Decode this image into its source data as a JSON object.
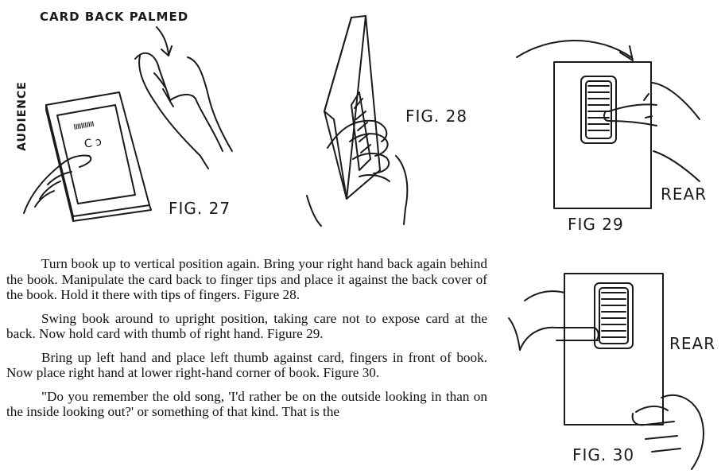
{
  "labels": {
    "card_back_palmed": "CARD BACK PALMED",
    "audience": "AUDIENCE",
    "book_marks": "ııııııııııı",
    "book_cloud": "C ɔ",
    "rear_29": "REAR",
    "rear_30": "REAR"
  },
  "figures": {
    "fig27": "FIG. 27",
    "fig28": "FIG. 28",
    "fig29": "FIG  29",
    "fig30": "FIG. 30"
  },
  "paragraphs": [
    "Turn book up to vertical position again. Bring your right hand back again behind the book. Manipulate the card back to finger tips and place it against the back cover of the book. Hold it there with tips of fingers. Figure 28.",
    "Swing book around to upright position, taking care not to expose card at the back. Now hold card with thumb of right hand. Figure 29.",
    "Bring up left hand and place left thumb against card, fingers in front of book. Now place right hand at lower right-hand corner of book. Figure 30.",
    "\"Do you remember the old song, 'I'd rather be on the outside looking in than on the inside looking out?' or something of that kind. That is the"
  ]
}
